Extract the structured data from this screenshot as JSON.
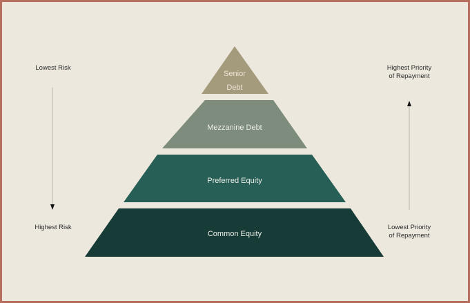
{
  "tiers": [
    {
      "label": "Senior Debt",
      "lines": [
        "Senior",
        "Debt"
      ],
      "color": "#a49a7c"
    },
    {
      "label": "Mezzanine Debt",
      "lines": [
        "Mezzanine Debt"
      ],
      "color": "#7d8c7c"
    },
    {
      "label": "Preferred Equity",
      "lines": [
        "Preferred Equity"
      ],
      "color": "#275e56"
    },
    {
      "label": "Common Equity",
      "lines": [
        "Common Equity"
      ],
      "color": "#173b36"
    }
  ],
  "left_axis": {
    "top": "Lowest Risk",
    "bottom": "Highest Risk"
  },
  "right_axis": {
    "top_line1": "Highest Priority",
    "top_line2": "of Repayment",
    "bottom_line1": "Lowest Priority",
    "bottom_line2": "of Repayment"
  }
}
